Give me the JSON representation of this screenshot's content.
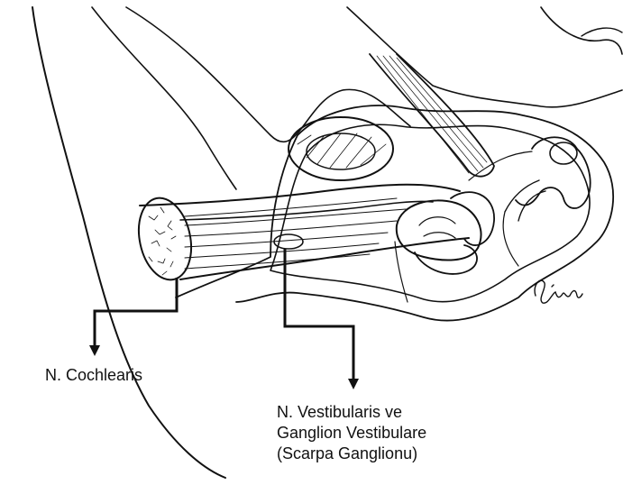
{
  "labels": {
    "cochlear_nerve": "N. Cochlearis",
    "vestibular_nerve_line1": "N. Vestibularis ve",
    "vestibular_nerve_line2": "Ganglion Vestibulare",
    "vestibular_nerve_line3": "(Scarpa Ganglionu)"
  },
  "signature": "Seniz",
  "colors": {
    "ink": "#111111",
    "paper": "#ffffff"
  }
}
